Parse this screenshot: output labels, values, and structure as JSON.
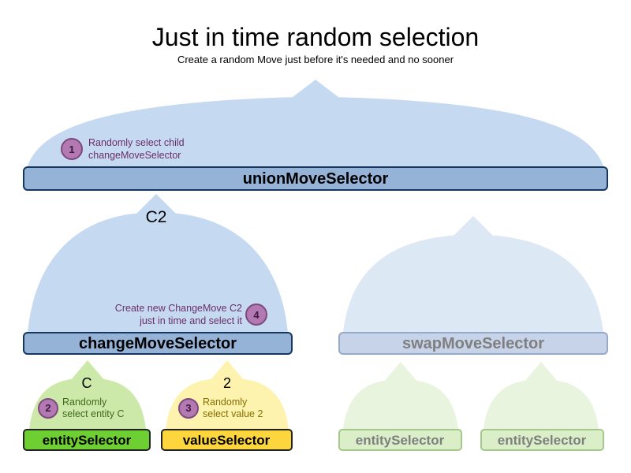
{
  "title": "Just in time random selection",
  "subtitle": "Create a random Move just before it's needed and no sooner",
  "nodes": {
    "union": {
      "label": "unionMoveSelector"
    },
    "change": {
      "label": "changeMoveSelector",
      "move_label": "C2"
    },
    "swap": {
      "label": "swapMoveSelector"
    },
    "entity": {
      "label": "entitySelector",
      "value_label": "C"
    },
    "value": {
      "label": "valueSelector",
      "value_label": "2"
    },
    "entity_faded_1": {
      "label": "entitySelector"
    },
    "entity_faded_2": {
      "label": "entitySelector"
    }
  },
  "steps": {
    "step1": {
      "number": "1",
      "line1": "Randomly select child",
      "line2": "changeMoveSelector"
    },
    "step2": {
      "number": "2",
      "line1": "Randomly",
      "line2": "select entity C"
    },
    "step3": {
      "number": "3",
      "line1": "Randomly",
      "line2": "select value 2"
    },
    "step4": {
      "number": "4",
      "line1": "Create new ChangeMove C2",
      "line2": "just in time and select it"
    }
  },
  "colors": {
    "dome_blue": "#c5d9f1",
    "dome_blue_faded": "#dde8f5",
    "dome_green": "#cde9a9",
    "dome_green_faded": "#e8f4dd",
    "dome_yellow": "#fdf3ae",
    "bar_blue": "#95b3d7",
    "bar_blue_faded": "#c6d3e8",
    "bar_green": "#6dcf31",
    "bar_green_faded": "#daeec8",
    "bar_yellow": "#fcd63c",
    "badge_purple": "#b279b2",
    "annotation_purple": "#6b2e6b",
    "annotation_green": "#40691b",
    "annotation_olive": "#857000",
    "faded_text": "#7f7f7f"
  }
}
